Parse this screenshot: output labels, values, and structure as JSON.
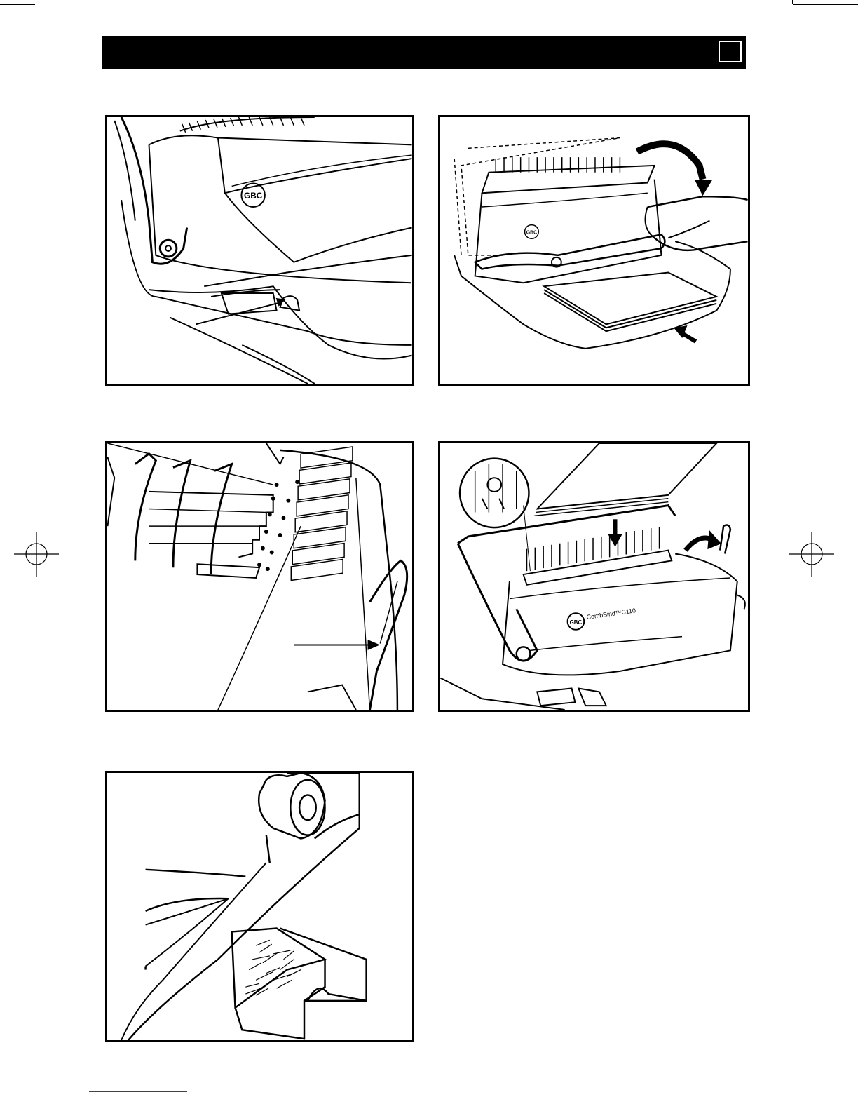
{
  "header": {
    "section_number": ""
  },
  "panels": [
    {
      "id": "panel-1",
      "logo": "GBC"
    },
    {
      "id": "panel-2",
      "logo": "GBC"
    },
    {
      "id": "panel-3"
    },
    {
      "id": "panel-4",
      "logo": "GBC",
      "brand_label": "CombBind™C110"
    },
    {
      "id": "panel-5"
    }
  ],
  "colors": {
    "ink": "#000000",
    "paper": "#ffffff",
    "footer_rule": "#2b3c9c"
  },
  "icons": [
    "registration-mark-icon",
    "arrow-icon",
    "curved-arrow-icon"
  ]
}
